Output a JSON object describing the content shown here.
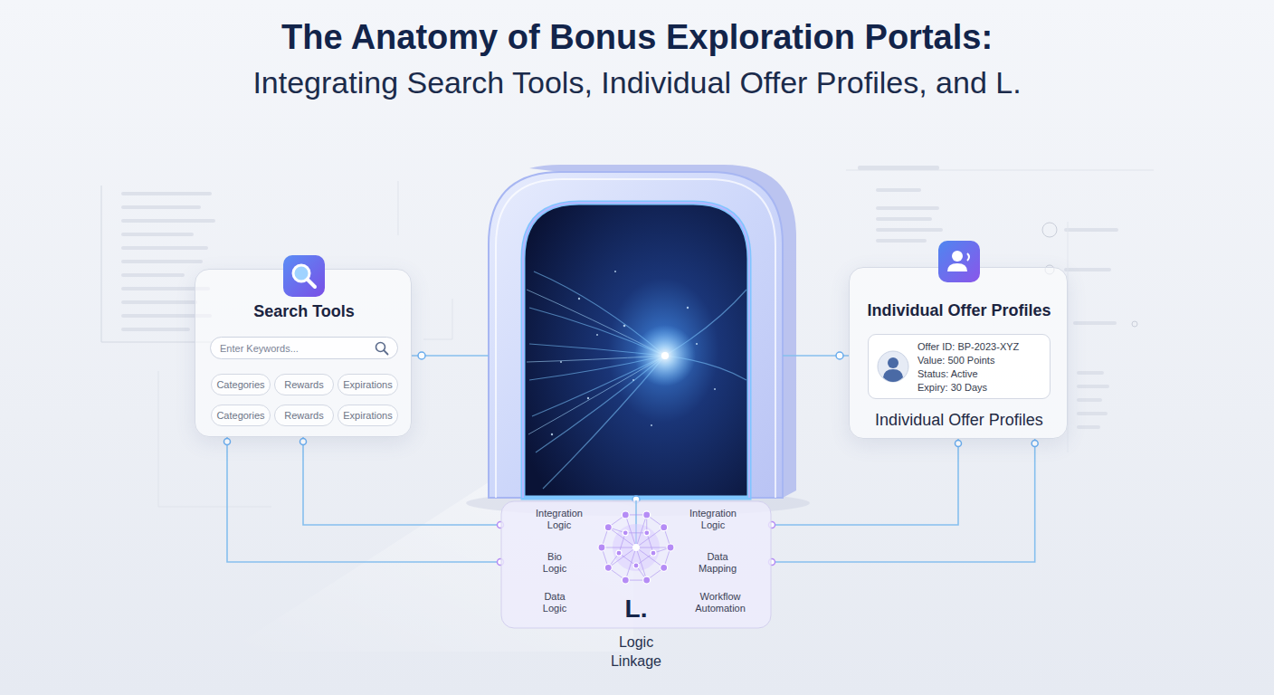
{
  "diagram": {
    "title": "The Anatomy of Bonus Exploration Portals:",
    "nodes": [
      {
        "text": [
          "Search Tools"
        ]
      },
      {
        "text": [
          "Enter Keywords..."
        ],
        "in": 0
      },
      {
        "text": [
          "Categories"
        ],
        "in": 0
      },
      {
        "text": [
          "Rewards"
        ],
        "in": 0
      },
      {
        "text": [
          "Expirations"
        ],
        "in": 0
      },
      {
        "text": [
          "Categories"
        ],
        "in": 0
      },
      {
        "text": [
          "Rewards"
        ],
        "in": 0
      },
      {
        "text": [
          "Expirations"
        ],
        "in": 0
      },
      {
        "text": [
          "Individual Offer Profiles",
          "Individual Offer Profiles"
        ]
      },
      {
        "text": [
          "Offer ID: BP-2023-XYZ",
          "Value: 500 Points",
          "Status: Active",
          "Expiry: 30 Days"
        ],
        "in": 8
      },
      {
        "text": [
          "Integration Logic",
          "Integration Logic",
          "Bio Logic",
          "Data Mapping",
          "Data Logic",
          "Workflow Automation",
          "L.",
          "Logic Linkage"
        ]
      }
    ],
    "edges": [
      {
        "from": 0,
        "to": 10,
        "arrow": "none"
      },
      {
        "from": 0,
        "to": 10,
        "arrow": "none"
      },
      {
        "from": 8,
        "to": 10,
        "arrow": "none"
      },
      {
        "from": 8,
        "to": 10,
        "arrow": "none"
      }
    ],
    "labels": [
      "Integrating Search Tools, Individual Offer Profiles, and L."
    ]
  }
}
